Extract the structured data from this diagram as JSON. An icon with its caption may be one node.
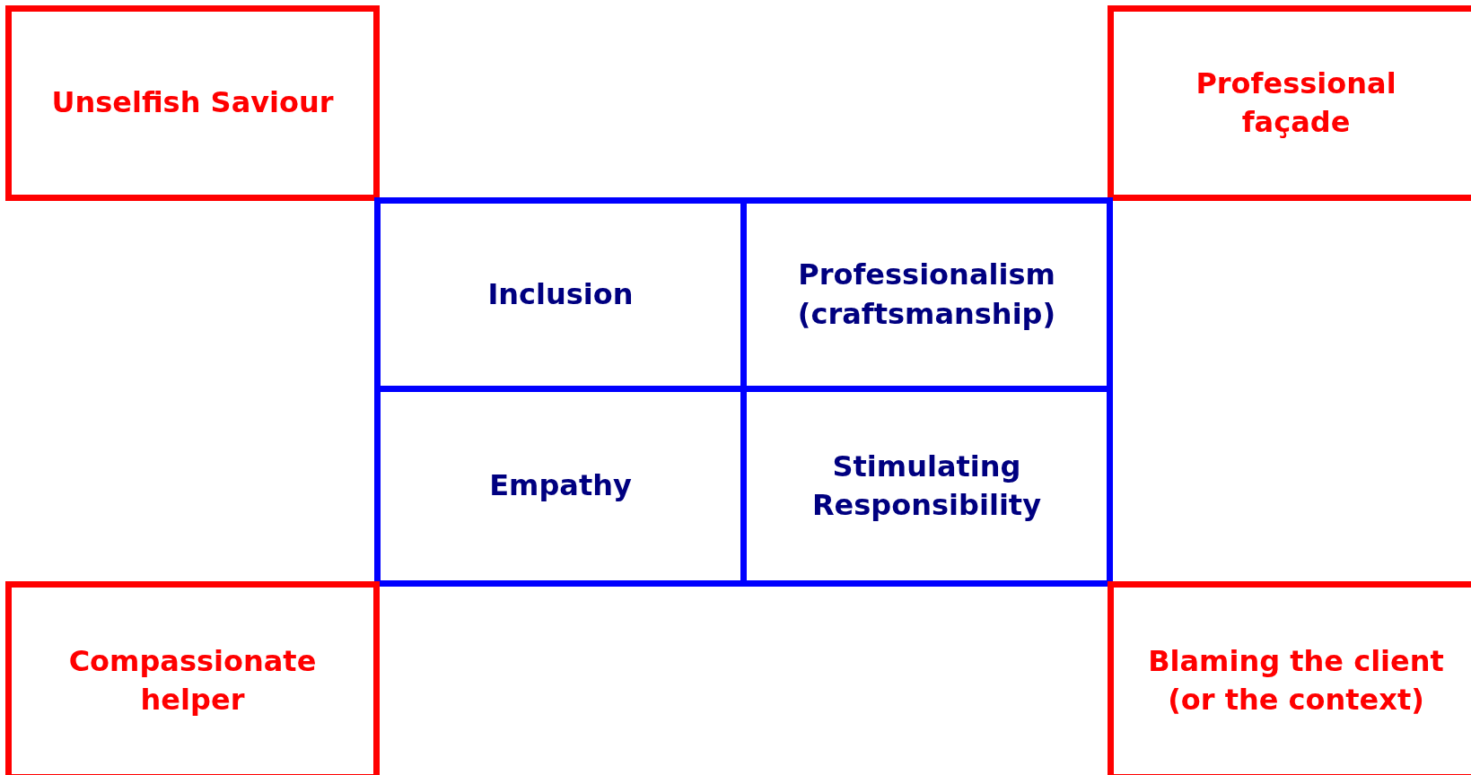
{
  "diagram": {
    "nodes": [
      {
        "text": [
          "Unselfish Saviour"
        ]
      },
      {
        "text": [
          "Professional façade"
        ]
      },
      {
        "text": [
          "Inclusion"
        ]
      },
      {
        "text": [
          "Professionalism (craftsmanship)"
        ]
      },
      {
        "text": [
          "Empathy"
        ]
      },
      {
        "text": [
          "Stimulating Responsibility"
        ]
      },
      {
        "text": [
          "Compassionate helper"
        ]
      },
      {
        "text": [
          "Blaming the client (or the context)"
        ]
      }
    ]
  }
}
